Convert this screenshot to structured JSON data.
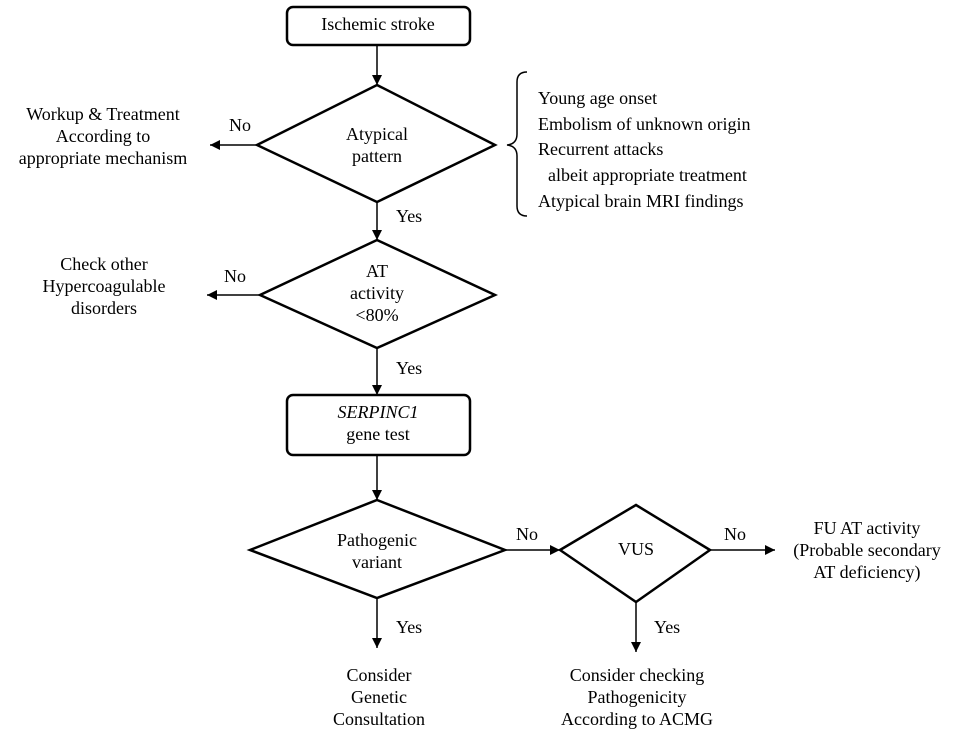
{
  "nodes": {
    "start": {
      "line1": "Ischemic stroke"
    },
    "atypical": {
      "line1": "Atypical",
      "line2": "pattern"
    },
    "workup": {
      "line1": "Workup & Treatment",
      "line2": "According to",
      "line3": "appropriate mechanism"
    },
    "criteria": {
      "line1": "Young age onset",
      "line2": "Embolism of unknown origin",
      "line3": "Recurrent attacks",
      "line4": "albeit appropriate treatment",
      "line5": "Atypical brain MRI findings"
    },
    "at_activity": {
      "line1": "AT",
      "line2": "activity",
      "line3": "<80%"
    },
    "check_other": {
      "line1": "Check other",
      "line2": "Hypercoagulable",
      "line3": "disorders"
    },
    "gene_test": {
      "line1": "SERPINC1",
      "line2": "gene test"
    },
    "pathogenic": {
      "line1": "Pathogenic",
      "line2": "variant"
    },
    "vus": {
      "line1": "VUS"
    },
    "fu": {
      "line1": "FU AT activity",
      "line2": "(Probable secondary",
      "line3": "AT deficiency)"
    },
    "genetic": {
      "line1": "Consider",
      "line2": "Genetic",
      "line3": "Consultation"
    },
    "acmg": {
      "line1": "Consider checking",
      "line2": "Pathogenicity",
      "line3": "According to ACMG"
    }
  },
  "edges": {
    "atypical_no": "No",
    "atypical_yes": "Yes",
    "at_no": "No",
    "at_yes": "Yes",
    "pathogenic_no": "No",
    "pathogenic_yes": "Yes",
    "vus_no": "No",
    "vus_yes": "Yes"
  }
}
